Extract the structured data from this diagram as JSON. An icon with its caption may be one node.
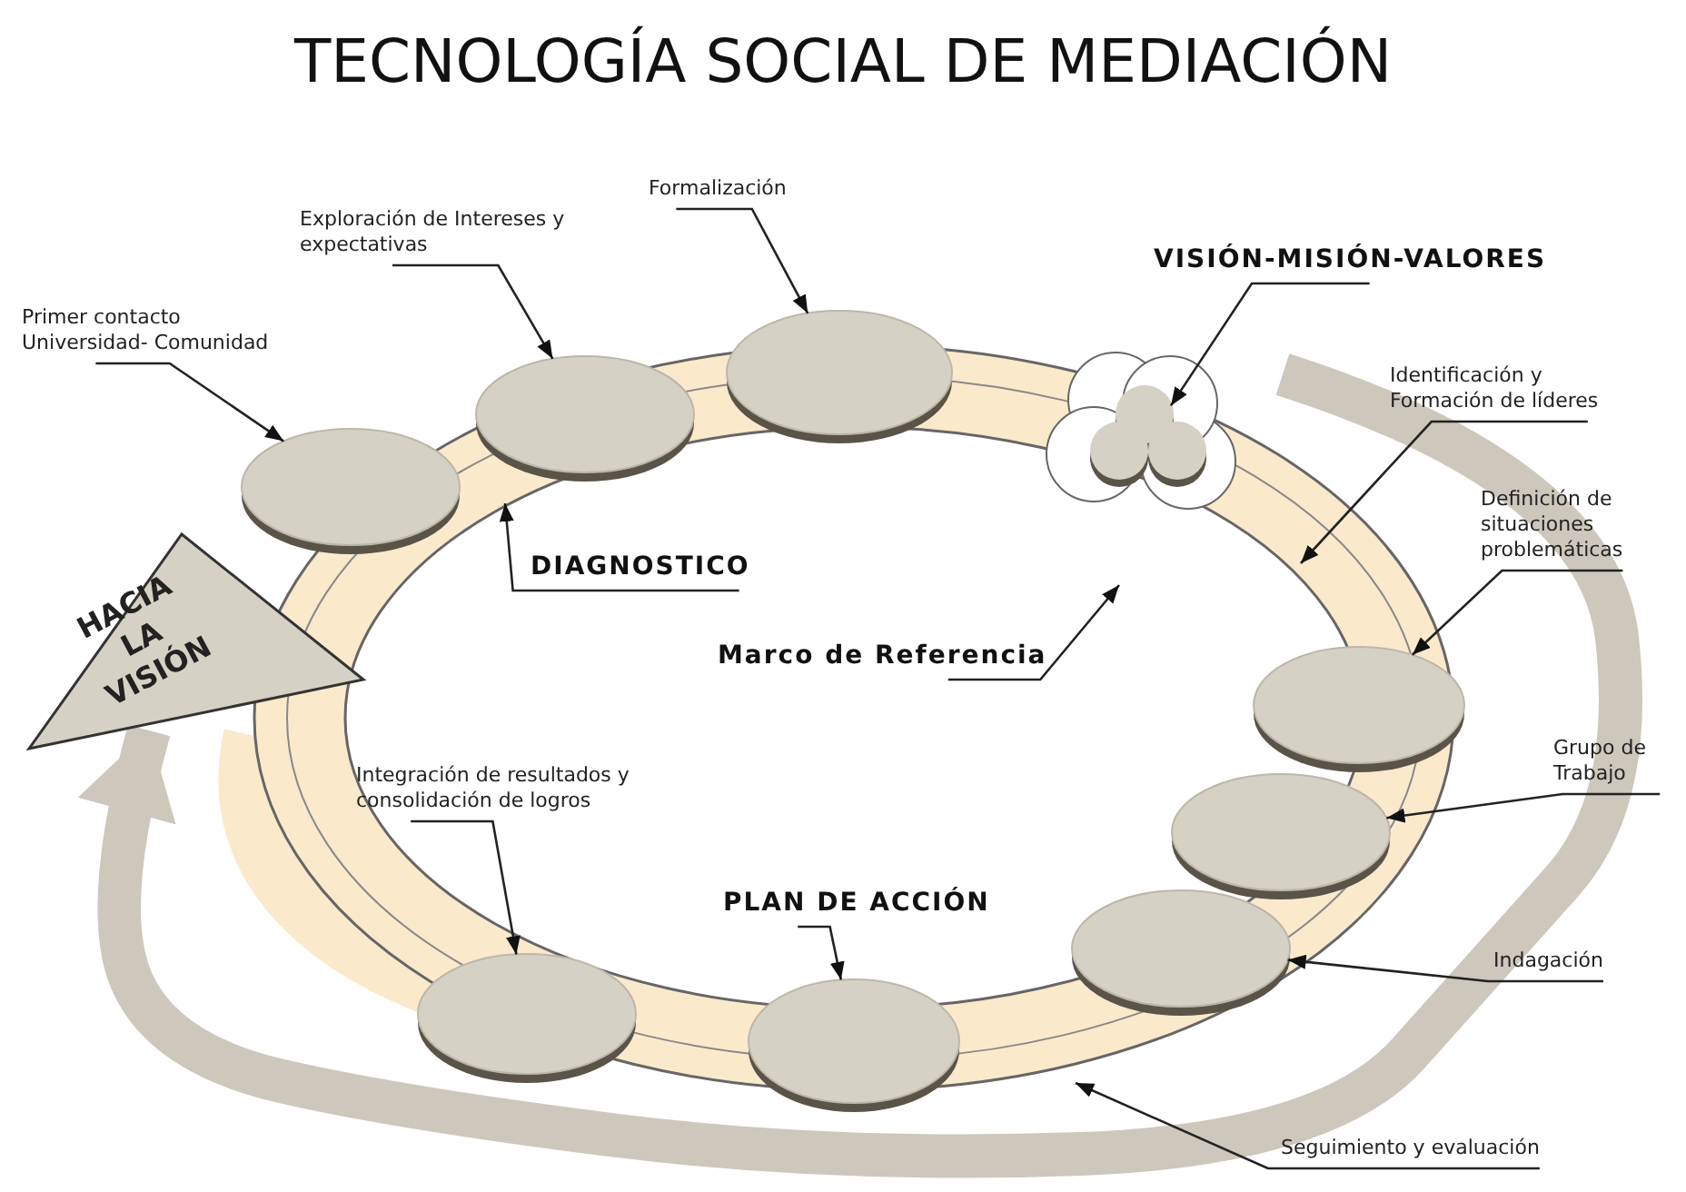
{
  "diagram": {
    "title": "TECNOLOGÍA SOCIAL DE MEDIACIÓN",
    "nodes": [
      {
        "text": [
          "Primer contacto Universidad- Comunidad"
        ]
      },
      {
        "text": [
          "Exploración de Intereses y expectativas"
        ]
      },
      {
        "text": [
          "Formalización"
        ]
      },
      {
        "text": [
          "VISIÓN-MISIÓN-VALORES"
        ]
      },
      {
        "text": [
          "Identificación y Formación de líderes"
        ]
      },
      {
        "text": [
          "Definición de situaciones problemáticas"
        ]
      },
      {
        "text": [
          "DIAGNOSTICO"
        ]
      },
      {
        "text": [
          "Marco de Referencia"
        ]
      },
      {
        "text": [
          "HACIA LA VISIÓN"
        ]
      },
      {
        "text": [
          "Grupo de Trabajo"
        ]
      },
      {
        "text": [
          "Integración de resultados y consolidación de logros"
        ]
      },
      {
        "text": [
          "PLAN DE ACCIÓN"
        ]
      },
      {
        "text": [
          "Indagación"
        ]
      },
      {
        "text": [
          "Seguimiento y evaluación"
        ]
      },
      {
        "text": [],
        "shape": "ellipse"
      },
      {
        "text": [],
        "shape": "ellipse"
      },
      {
        "text": [],
        "shape": "ellipse"
      },
      {
        "text": [],
        "shape": "ellipse"
      },
      {
        "text": [],
        "shape": "ellipse"
      },
      {
        "text": [],
        "shape": "ellipse"
      },
      {
        "text": [],
        "shape": "ellipse"
      },
      {
        "text": [],
        "shape": "ellipse"
      },
      {
        "text": [],
        "shape": "picture"
      }
    ],
    "edges": [
      {
        "from": 0,
        "to": 14,
        "arrow": "to"
      },
      {
        "from": 1,
        "to": 16,
        "arrow": "to"
      },
      {
        "from": 2,
        "to": 17,
        "arrow": "to"
      },
      {
        "from": 3,
        "to": 22,
        "arrow": "to"
      },
      {
        "from": 4,
        "to": null,
        "arrow": "to"
      },
      {
        "from": 5,
        "to": 21,
        "arrow": "to"
      },
      {
        "from": 6,
        "to": null,
        "arrow": "to"
      },
      {
        "from": 7,
        "to": null,
        "arrow": "to"
      },
      {
        "from": 9,
        "to": 20,
        "arrow": "to"
      },
      {
        "from": 10,
        "to": 15,
        "arrow": "to"
      },
      {
        "from": 11,
        "to": 18,
        "arrow": "to"
      },
      {
        "from": 12,
        "to": 19,
        "arrow": "to"
      },
      {
        "from": 13,
        "to": null,
        "arrow": "to"
      },
      {
        "from": null,
        "to": 8,
        "arrow": "to",
        "style": "thick",
        "color": "#cdc7bc"
      }
    ]
  }
}
